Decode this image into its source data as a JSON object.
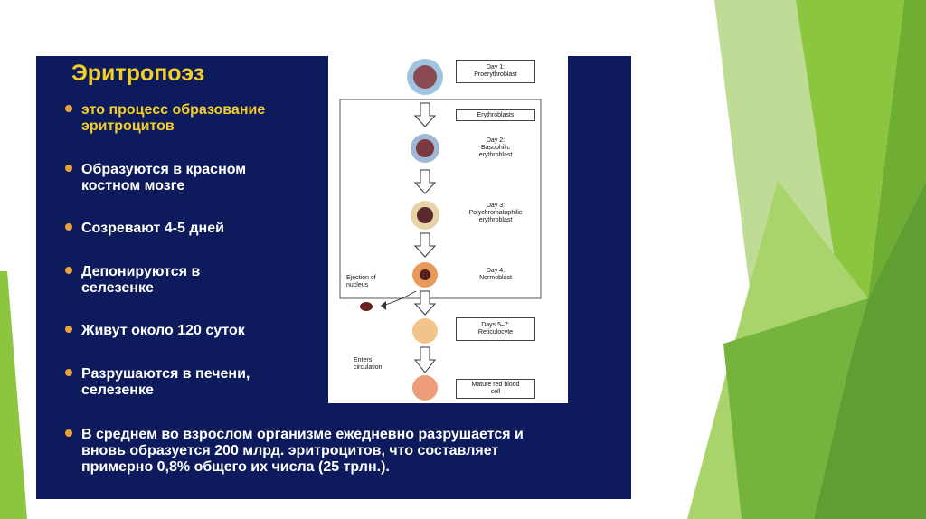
{
  "slide": {
    "title": "Эритропоэз",
    "bullets": [
      {
        "line1": "это процесс образование",
        "line2": "эритроцитов"
      },
      {
        "line1": "Образуются в красном",
        "line2": "костном мозге"
      },
      {
        "line1": "Созревают 4-5 дней",
        "line2": ""
      },
      {
        "line1": "Депонируются в",
        "line2": "селезенке"
      },
      {
        "line1": "Живут около 120 суток",
        "line2": ""
      },
      {
        "line1": "Разрушаются в печени,",
        "line2": "селезенке"
      }
    ],
    "summary": {
      "line1": "В среднем во взрослом организме ежедневно разрушается и",
      "line2": "вновь образуется 200 млрд. эритроцитов, что составляет",
      "line3": "примерно 0,8% общего их числа (25 трлн.)."
    }
  },
  "diagram": {
    "day1": {
      "l1": "Day 1:",
      "l2": "Proerythroblast"
    },
    "erythroblasts": "Erythroblasts",
    "day2": {
      "l1": "Day 2:",
      "l2": "Basophilic",
      "l3": "erythroblast"
    },
    "day3": {
      "l1": "Day 3:",
      "l2": "Polychromatophilic",
      "l3": "erythroblast"
    },
    "day4": {
      "l1": "Day 4:",
      "l2": "Normoblast"
    },
    "ejection": {
      "l1": "Ejection of",
      "l2": "nucleus"
    },
    "days57": {
      "l1": "Days 5–7:",
      "l2": "Reticulocyte"
    },
    "enters": {
      "l1": "Enters",
      "l2": "circulation"
    },
    "mature": {
      "l1": "Mature red blood",
      "l2": "cell"
    }
  },
  "colors": {
    "panel": "#0d1a5c",
    "title": "#f2cf28",
    "bullet_dot": "#e9a23b",
    "green_dark": "#5e9e33",
    "green_light": "#8cc63f"
  }
}
